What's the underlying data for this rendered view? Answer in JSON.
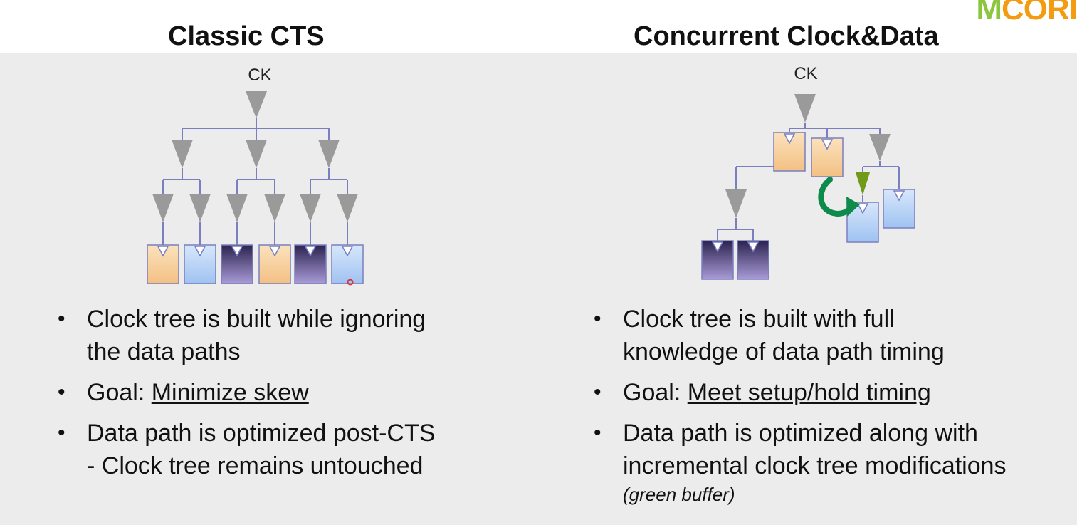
{
  "logo": {
    "letter": "M",
    "rest": "CORI"
  },
  "left": {
    "title": "Classic CTS",
    "clock_label": "CK",
    "bullets": [
      {
        "line1": "Clock tree is built while ignoring",
        "line2": "the data paths"
      },
      {
        "prefix": "Goal: ",
        "underlined": "Minimize skew"
      },
      {
        "line1": "Data path is optimized post-CTS",
        "line2": "- Clock tree remains untouched"
      }
    ]
  },
  "right": {
    "title": "Concurrent Clock&Data",
    "clock_label": "CK",
    "bullets": [
      {
        "line1": "Clock tree is built with full",
        "line2": "knowledge of data path timing"
      },
      {
        "prefix": "Goal: ",
        "underlined": "Meet setup/hold timing"
      },
      {
        "line1": "Data path is optimized along with",
        "line2": "incremental clock tree modifications",
        "note": "(green buffer)"
      }
    ]
  },
  "colors": {
    "buffer_gray": "#9a9a9a",
    "wire": "#7a7fc0",
    "flop_orange": "#f8d3a0",
    "flop_blue": "#bcd6f7",
    "flop_purple": "#4d3f78",
    "green_buffer": "#6f9a1a",
    "green_arrow": "#0e8a4a"
  }
}
